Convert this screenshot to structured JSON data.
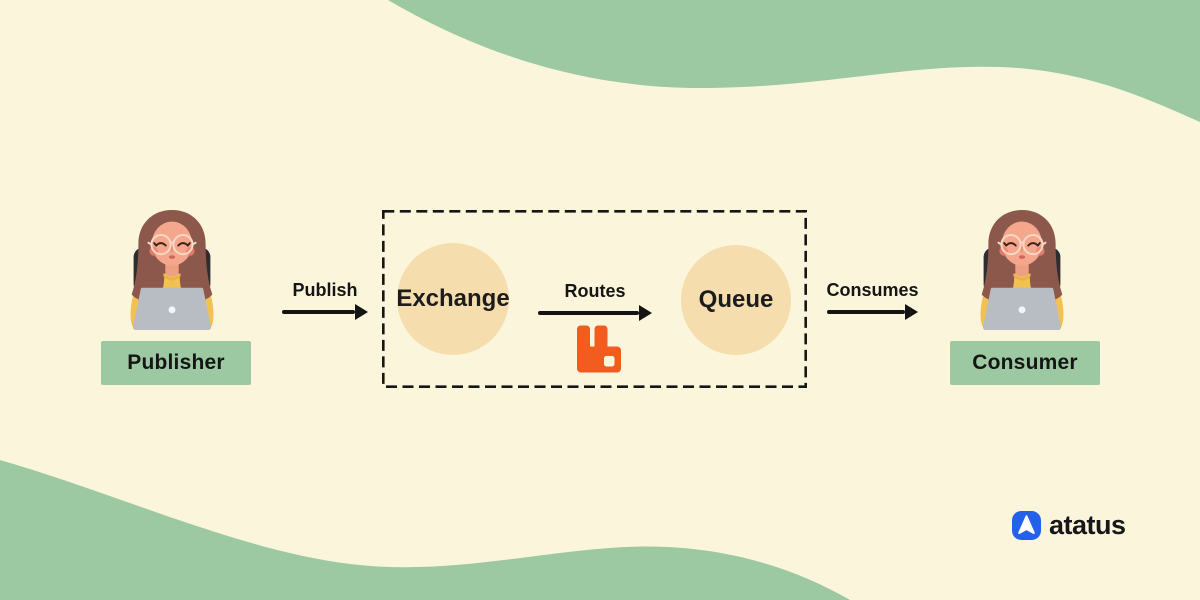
{
  "colors": {
    "background_cream": "#FBF6DB",
    "wave_green": "#9CC9A2",
    "label_box_green": "#9CC9A2",
    "circle_tan": "#F5DDAE",
    "arrow_black": "#141414",
    "rabbitmq_orange": "#F25C1E",
    "atatus_blue": "#2461EA",
    "text_dark": "#151515"
  },
  "nodes": {
    "publisher_label": "Publisher",
    "consumer_label": "Consumer",
    "exchange_label": "Exchange",
    "queue_label": "Queue"
  },
  "arrows": {
    "publish_label": "Publish",
    "routes_label": "Routes",
    "consumes_label": "Consumes"
  },
  "icons": {
    "rabbitmq": "rabbitmq-icon",
    "atatus": "atatus-logo-icon",
    "publisher_person": "person-at-laptop-illustration",
    "consumer_person": "person-at-laptop-illustration"
  },
  "branding": {
    "logo_text": "atatus"
  }
}
